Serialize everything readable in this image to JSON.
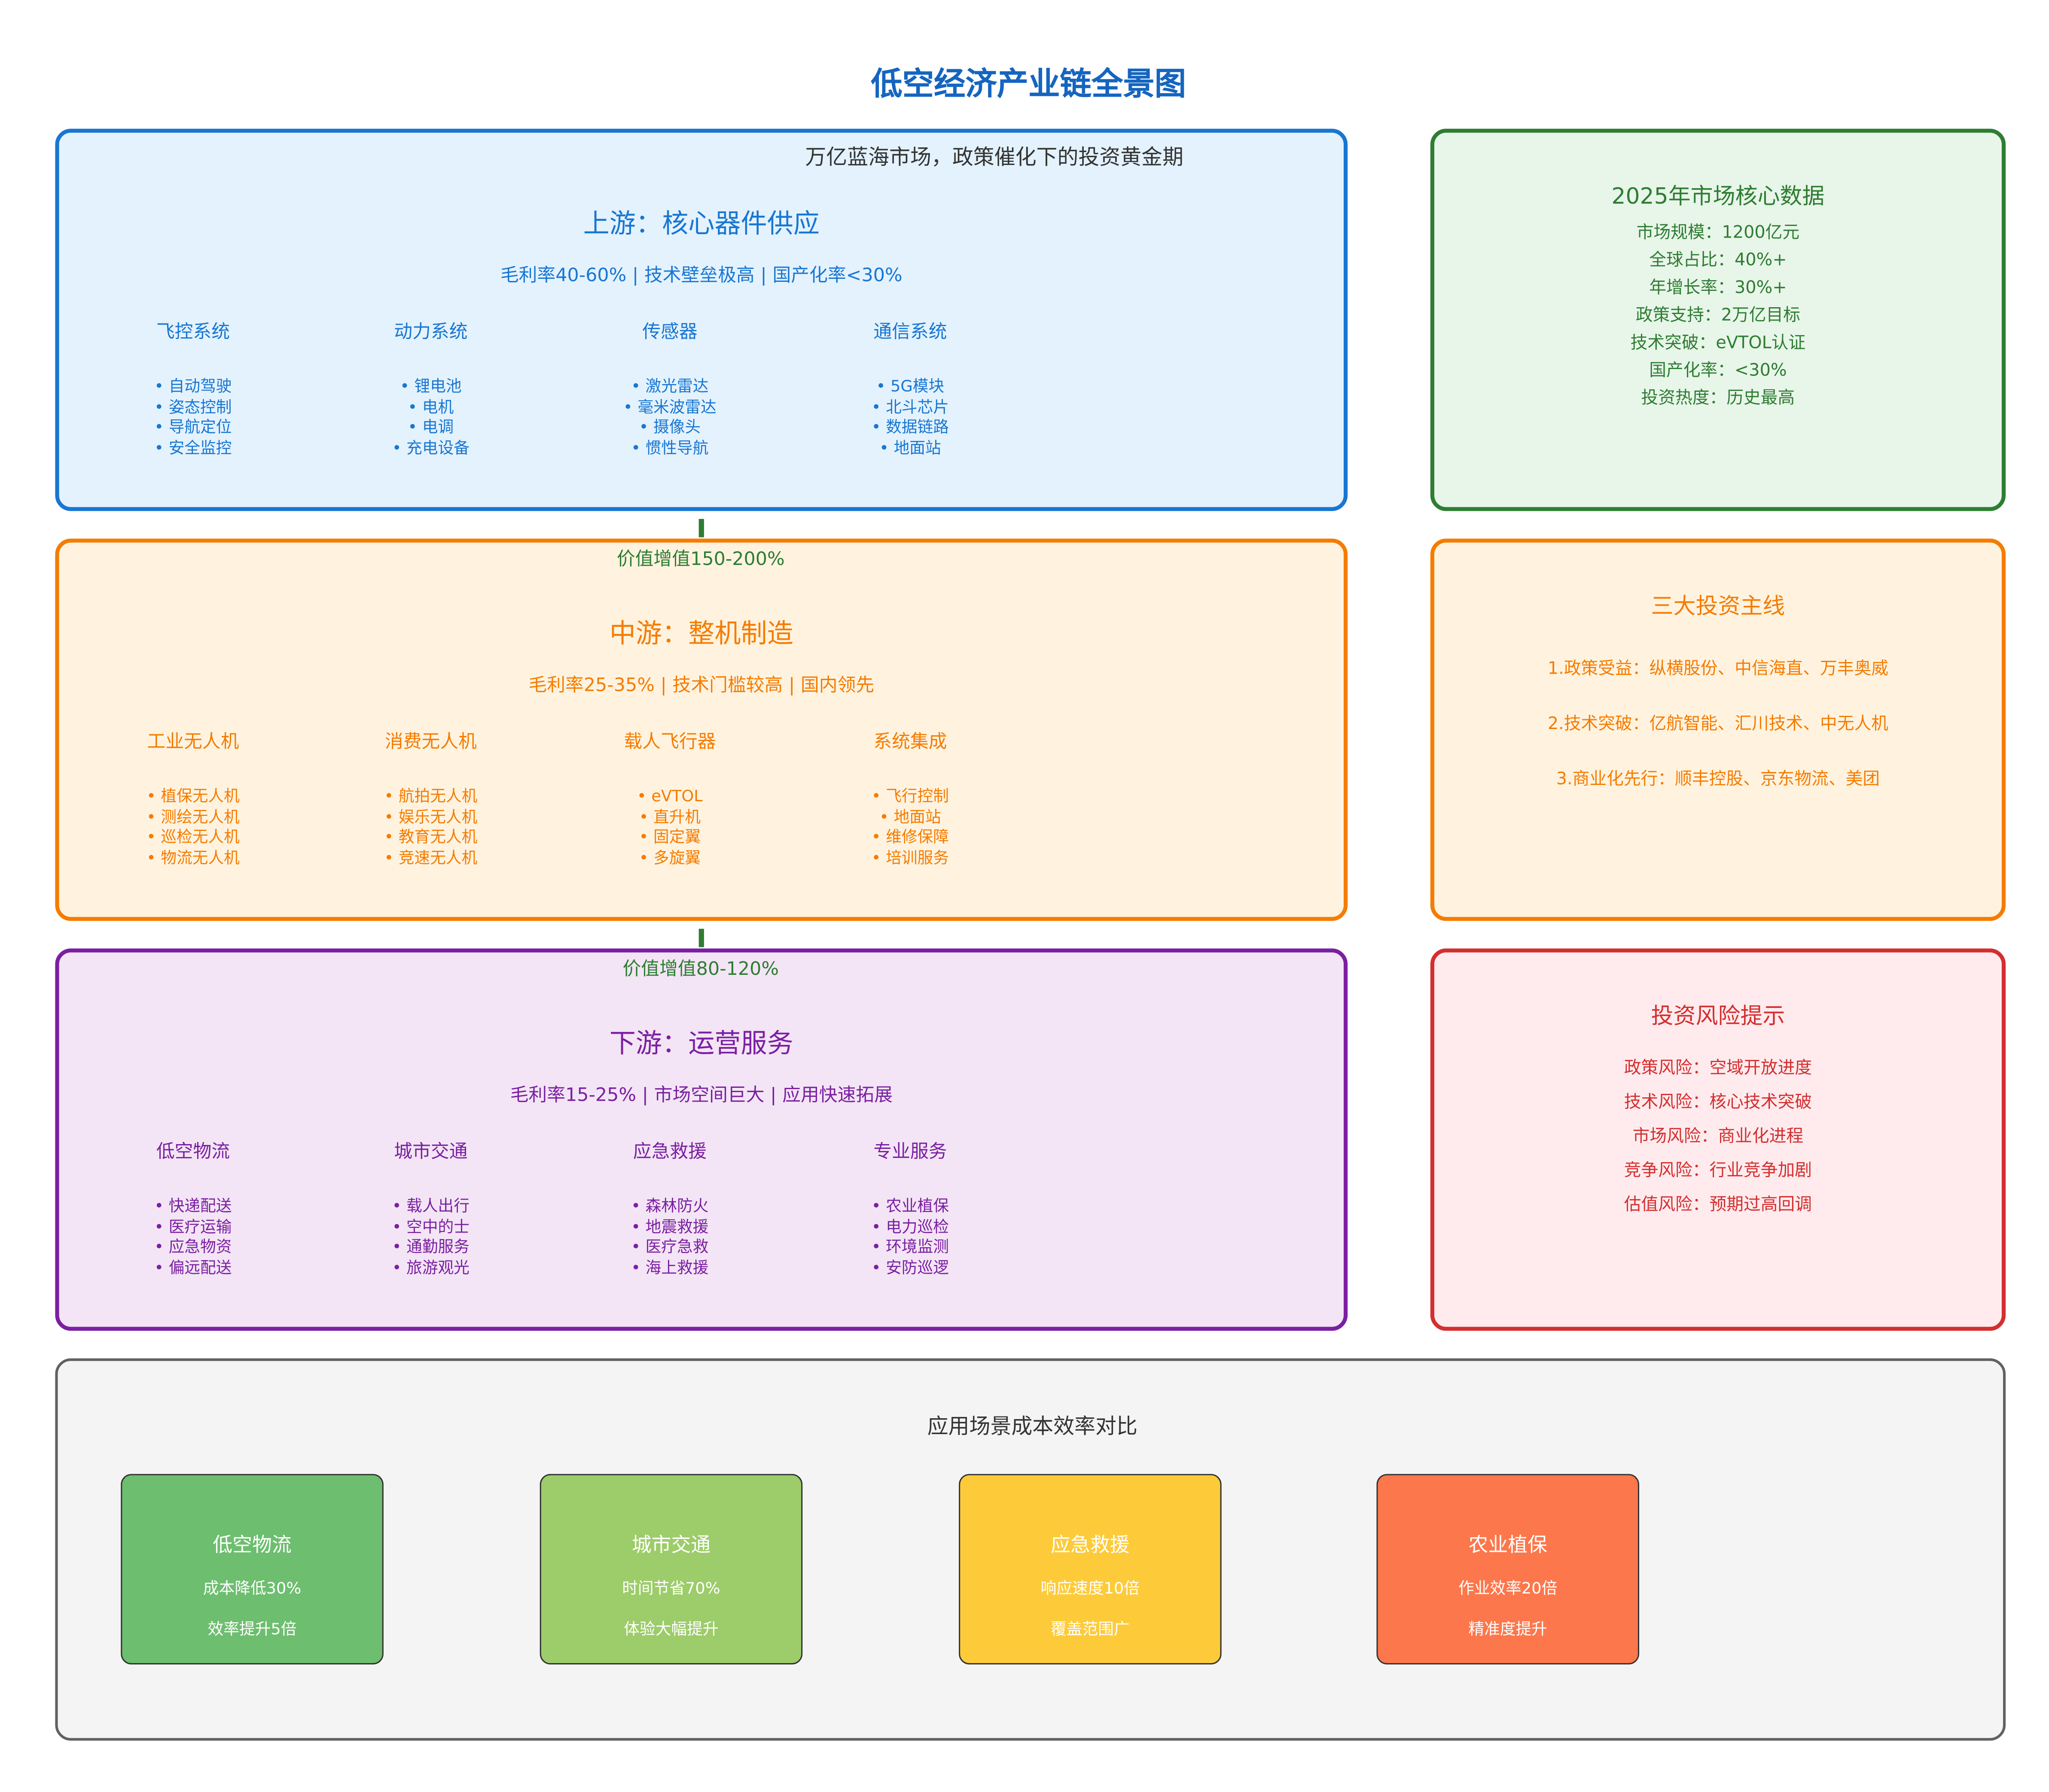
{
  "title": "低空经济产业链全景图",
  "subtitle": "万亿蓝海市场，政策催化下的投资黄金期",
  "upstream": {
    "title": "上游：核心器件供应",
    "metrics": "毛利率40-60% | 技术壁垒极高 | 国产化率<30%",
    "columns": [
      {
        "header": "飞控系统",
        "items": [
          "• 自动驾驶",
          "• 姿态控制",
          "• 导航定位",
          "• 安全监控"
        ]
      },
      {
        "header": "动力系统",
        "items": [
          "• 锂电池",
          "• 电机",
          "• 电调",
          "• 充电设备"
        ]
      },
      {
        "header": "传感器",
        "items": [
          "• 激光雷达",
          "• 毫米波雷达",
          "• 摄像头",
          "• 惯性导航"
        ]
      },
      {
        "header": "通信系统",
        "items": [
          "• 5G模块",
          "• 北斗芯片",
          "• 数据链路",
          "• 地面站"
        ]
      }
    ]
  },
  "connector1": "价值增值150-200%",
  "midstream": {
    "title": "中游：整机制造",
    "metrics": "毛利率25-35% | 技术门槛较高 | 国内领先",
    "columns": [
      {
        "header": "工业无人机",
        "items": [
          "• 植保无人机",
          "• 测绘无人机",
          "• 巡检无人机",
          "• 物流无人机"
        ]
      },
      {
        "header": "消费无人机",
        "items": [
          "• 航拍无人机",
          "• 娱乐无人机",
          "• 教育无人机",
          "• 竞速无人机"
        ]
      },
      {
        "header": "载人飞行器",
        "items": [
          "• eVTOL",
          "• 直升机",
          "• 固定翼",
          "• 多旋翼"
        ]
      },
      {
        "header": "系统集成",
        "items": [
          "• 飞行控制",
          "• 地面站",
          "• 维修保障",
          "• 培训服务"
        ]
      }
    ]
  },
  "connector2": "价值增值80-120%",
  "downstream": {
    "title": "下游：运营服务",
    "metrics": "毛利率15-25% | 市场空间巨大 | 应用快速拓展",
    "columns": [
      {
        "header": "低空物流",
        "items": [
          "• 快递配送",
          "• 医疗运输",
          "• 应急物资",
          "• 偏远配送"
        ]
      },
      {
        "header": "城市交通",
        "items": [
          "• 载人出行",
          "• 空中的士",
          "• 通勤服务",
          "• 旅游观光"
        ]
      },
      {
        "header": "应急救援",
        "items": [
          "• 森林防火",
          "• 地震救援",
          "• 医疗急救",
          "• 海上救援"
        ]
      },
      {
        "header": "专业服务",
        "items": [
          "• 农业植保",
          "• 电力巡检",
          "• 环境监测",
          "• 安防巡逻"
        ]
      }
    ]
  },
  "market": {
    "title": "2025年市场核心数据",
    "lines": [
      "市场规模：1200亿元",
      "全球占比：40%+",
      "年增长率：30%+",
      "政策支持：2万亿目标",
      "技术突破：eVTOL认证",
      "国产化率：<30%",
      "投资热度：历史最高"
    ]
  },
  "invest": {
    "title": "三大投资主线",
    "lines": [
      "1.政策受益：纵横股份、中信海直、万丰奥威",
      "2.技术突破：亿航智能、汇川技术、中无人机",
      "3.商业化先行：顺丰控股、京东物流、美团"
    ]
  },
  "risk": {
    "title": "投资风险提示",
    "lines": [
      "政策风险：空域开放进度",
      "技术风险：核心技术突破",
      "市场风险：商业化进程",
      "竞争风险：行业竞争加剧",
      "估值风险：预期过高回调"
    ]
  },
  "compare": {
    "title": "应用场景成本效率对比",
    "cards": [
      {
        "title": "低空物流",
        "l1": "成本降低30%",
        "l2": "效率提升5倍",
        "color": "#6DBE6F"
      },
      {
        "title": "城市交通",
        "l1": "时间节省70%",
        "l2": "体验大幅提升",
        "color": "#9DCC6A"
      },
      {
        "title": "应急救援",
        "l1": "响应速度10倍",
        "l2": "覆盖范围广",
        "color": "#FDCB3A"
      },
      {
        "title": "农业植保",
        "l1": "作业效率20倍",
        "l2": "精准度提升",
        "color": "#FC774C"
      }
    ]
  }
}
